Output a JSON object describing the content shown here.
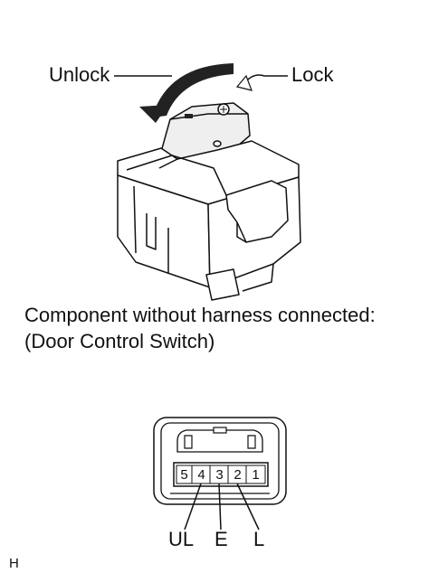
{
  "diagram": {
    "switch_labels": {
      "unlock": "Unlock",
      "lock": "Lock"
    },
    "caption": {
      "line1": "Component without harness connected:",
      "line2": "(Door Control Switch)"
    },
    "connector": {
      "pins": [
        "5",
        "4",
        "3",
        "2",
        "1"
      ],
      "terminal_labels": {
        "ul": "UL",
        "e": "E",
        "l": "L"
      }
    },
    "figure_code": "H"
  }
}
